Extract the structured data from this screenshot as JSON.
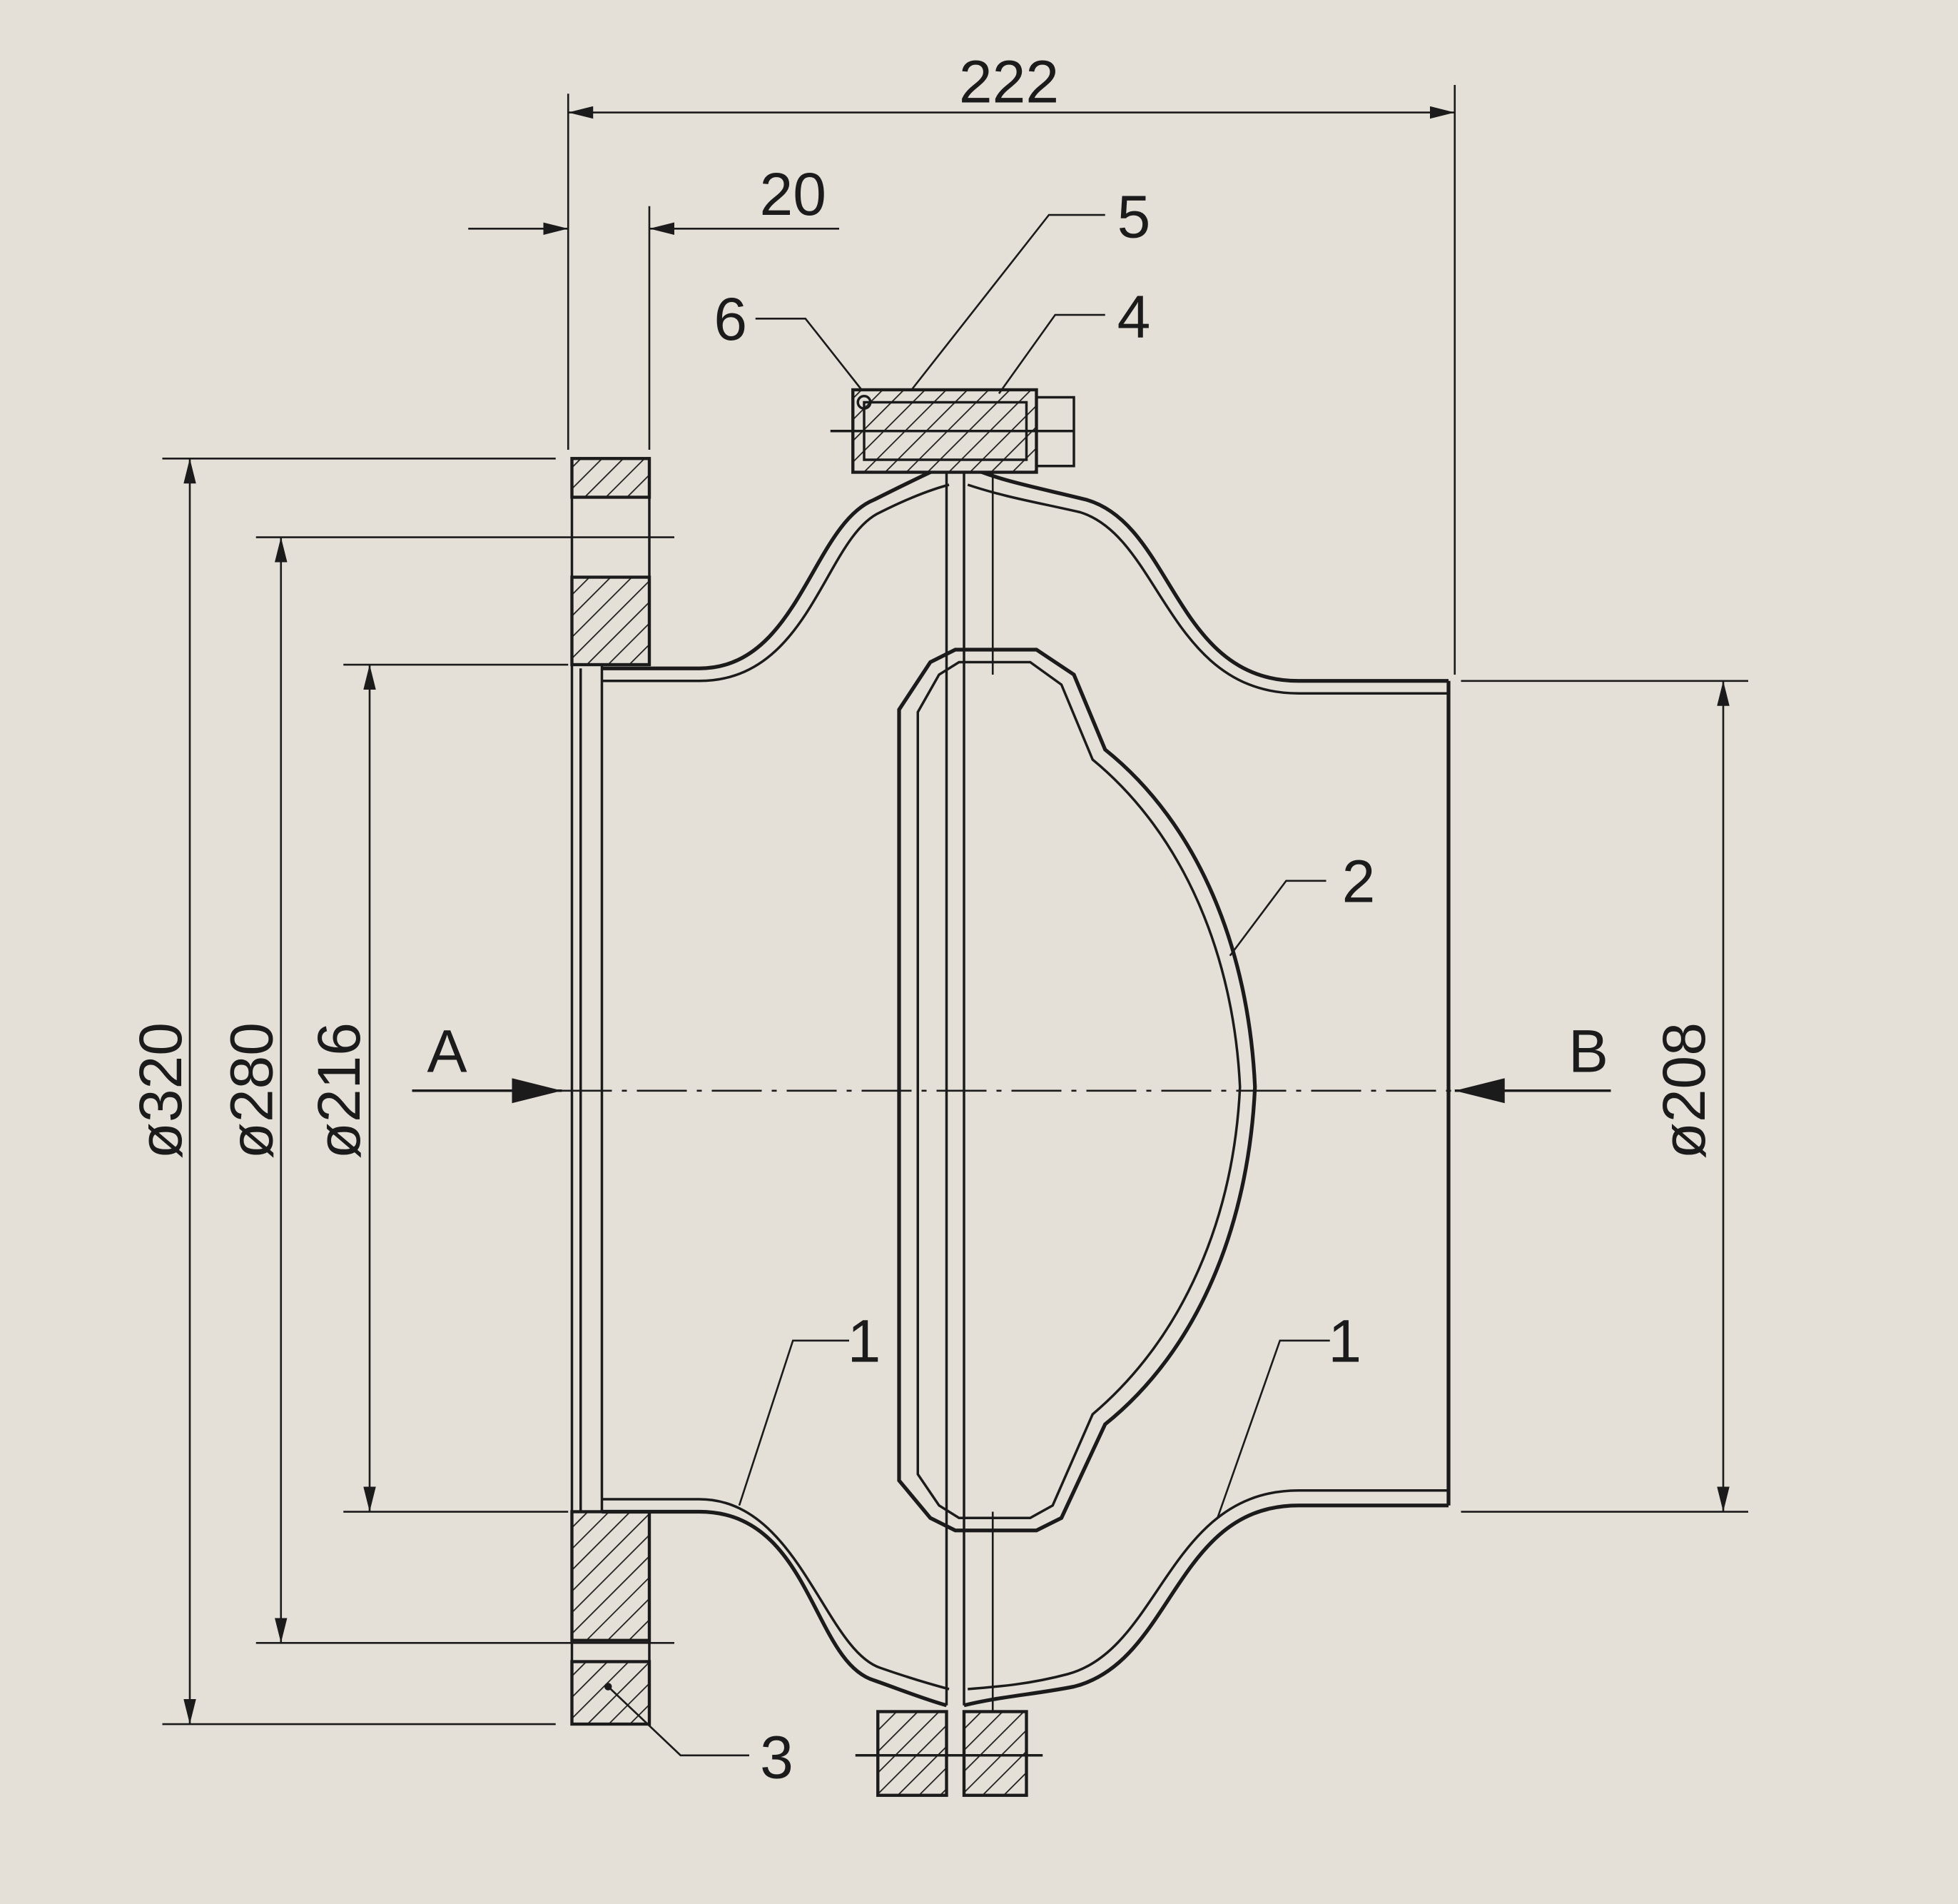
{
  "dimensions": {
    "overall_length": "222",
    "flange_thickness": "20",
    "dia_320": "ø320",
    "dia_280": "ø280",
    "dia_216": "ø216",
    "dia_208": "ø208"
  },
  "flow_labels": {
    "inlet": "A",
    "outlet": "B"
  },
  "part_callouts": {
    "body_left": "1",
    "body_right": "1",
    "disc": "2",
    "flange": "3",
    "part4": "4",
    "part5": "5",
    "part6": "6"
  },
  "colors": {
    "background": "#e4e0d8",
    "ink": "#1b1b1b"
  }
}
